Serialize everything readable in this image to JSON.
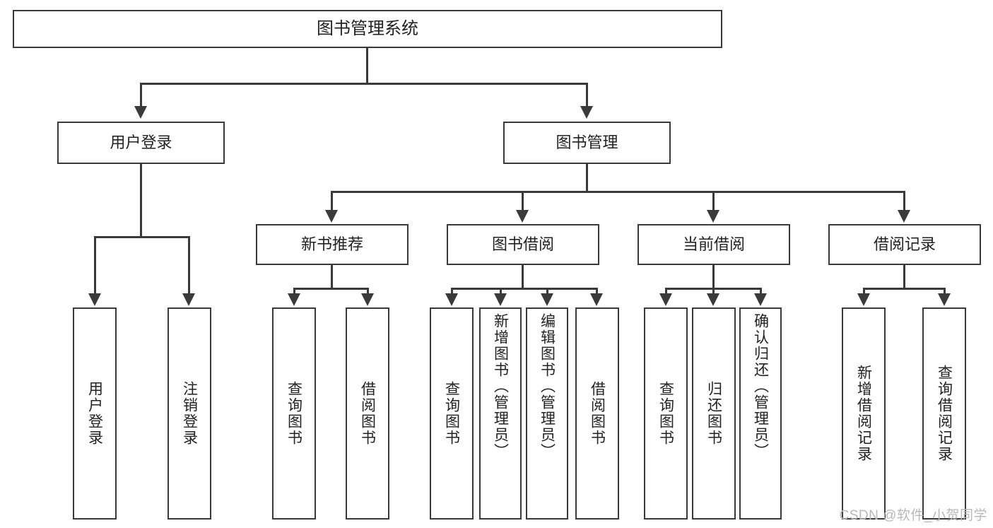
{
  "diagram": {
    "type": "tree",
    "title": "图书管理系统",
    "watermark": "CSDN @软件_小贺同学",
    "colors": {
      "stroke": "#3a3a3a",
      "fill": "#ffffff",
      "text": "#222222",
      "watermark": "#b9b9b9"
    },
    "nodes": {
      "root": {
        "label": "图书管理系统",
        "level": 0
      },
      "level1": [
        {
          "label": "用户登录",
          "id": "user-login"
        },
        {
          "label": "图书管理",
          "id": "book-management"
        }
      ],
      "level2": [
        {
          "label": "新书推荐",
          "id": "new-book-recommend"
        },
        {
          "label": "图书借阅",
          "id": "book-borrow"
        },
        {
          "label": "当前借阅",
          "id": "current-borrow"
        },
        {
          "label": "借阅记录",
          "id": "borrow-record"
        }
      ],
      "leaves": {
        "user_login": [
          {
            "label": "用户登录",
            "id": "leaf-user-login"
          },
          {
            "label": "注销登录",
            "id": "leaf-logout"
          }
        ],
        "new_book_recommend": [
          {
            "label": "查询图书",
            "id": "leaf-query-book-1"
          },
          {
            "label": "借阅图书",
            "id": "leaf-borrow-book-1"
          }
        ],
        "book_borrow": [
          {
            "label": "查询图书",
            "id": "leaf-query-book-2"
          },
          {
            "label": "新增图书（管理员）",
            "id": "leaf-add-book-admin"
          },
          {
            "label": "编辑图书（管理员）",
            "id": "leaf-edit-book-admin"
          },
          {
            "label": "借阅图书",
            "id": "leaf-borrow-book-2"
          }
        ],
        "current_borrow": [
          {
            "label": "查询图书",
            "id": "leaf-query-book-3"
          },
          {
            "label": "归还图书",
            "id": "leaf-return-book"
          },
          {
            "label": "确认归还（管理员）",
            "id": "leaf-confirm-return-admin"
          }
        ],
        "borrow_record": [
          {
            "label": "新增借阅记录",
            "id": "leaf-add-borrow-record"
          },
          {
            "label": "查询借阅记录",
            "id": "leaf-query-borrow-record"
          }
        ]
      }
    }
  }
}
